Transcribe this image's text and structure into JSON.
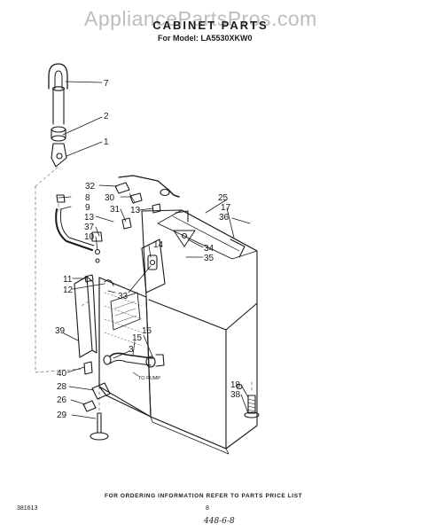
{
  "watermark": "AppliancePartsPros.com",
  "title": "CABINET PARTS",
  "model_line": "For Model: LA5530XKW0",
  "footer_note": "FOR ORDERING INFORMATION REFER TO PARTS PRICE LIST",
  "document_number": "381613",
  "page_number": "8",
  "handwritten_note": "448-6-8",
  "pump_label": "TO PUMP",
  "callouts": {
    "c7": "7",
    "c2": "2",
    "c1": "1",
    "c32": "32",
    "c30": "30",
    "c31": "31",
    "c13a": "13",
    "c13b": "13",
    "c8": "8",
    "c9": "9",
    "c37": "37",
    "c10": "10",
    "c25": "25",
    "c17": "17",
    "c36": "36",
    "c14": "14",
    "c34": "34",
    "c35": "35",
    "c11": "11",
    "c12": "12",
    "c33": "33",
    "c39": "39",
    "c16": "16",
    "c15": "15",
    "c3": "3",
    "c40": "40",
    "c28": "28",
    "c26": "26",
    "c29": "29",
    "c18": "18",
    "c38": "38"
  }
}
